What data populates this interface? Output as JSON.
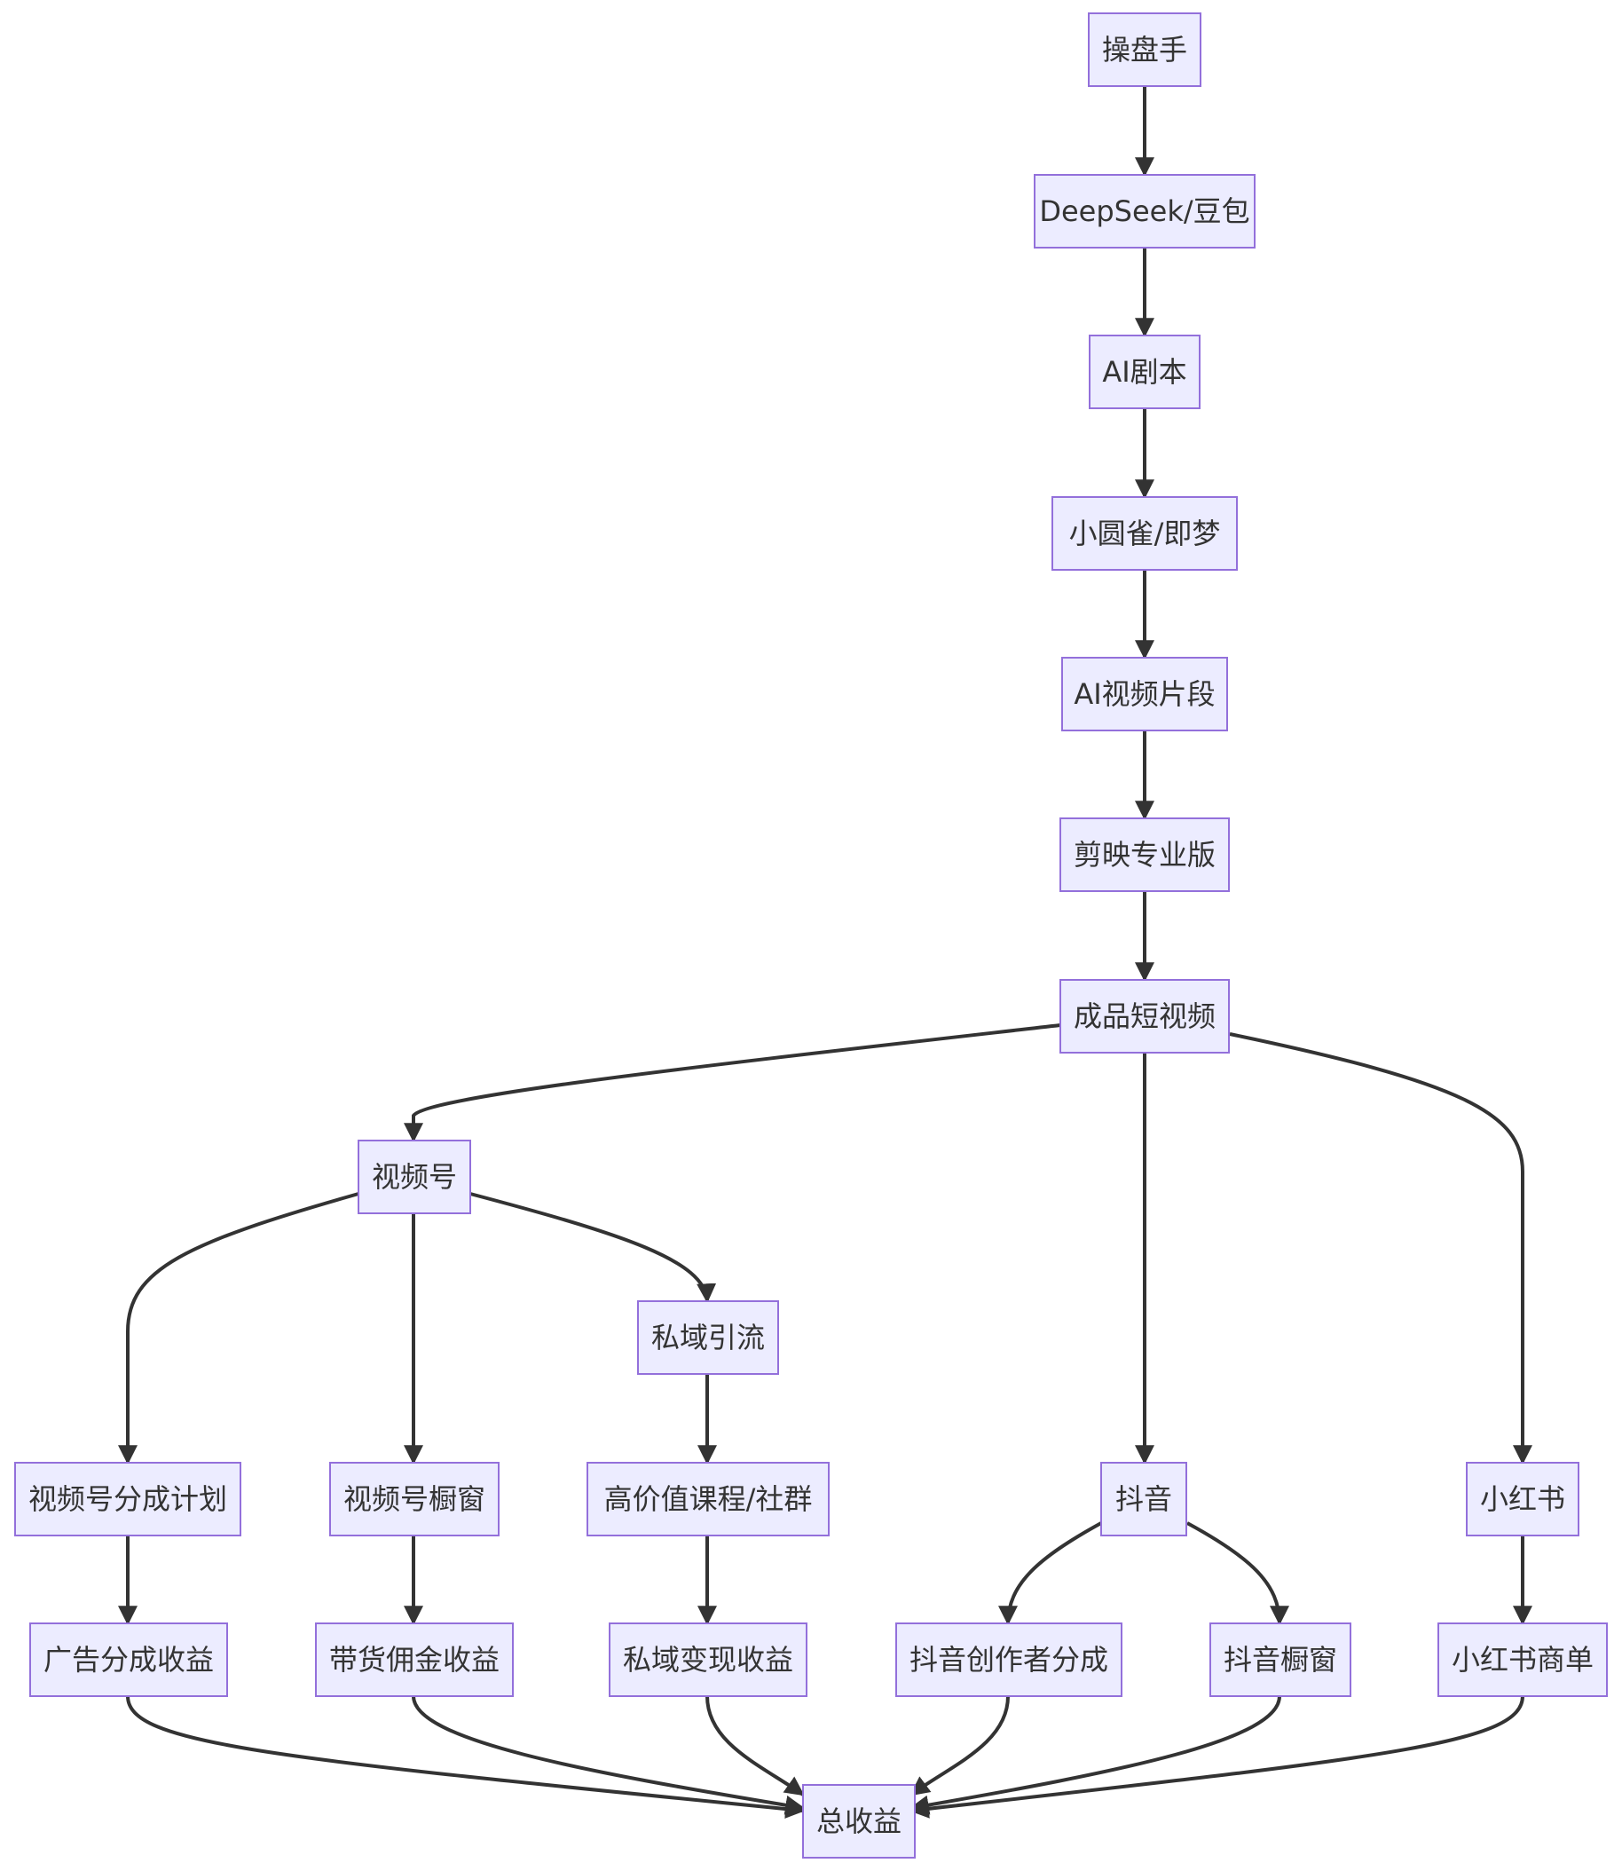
{
  "colors": {
    "node_fill": "#ececff",
    "node_stroke": "#9370db",
    "edge": "#333333",
    "text": "#333333",
    "background": "#ffffff"
  },
  "nodes": {
    "operator": "操盘手",
    "ai_model": "DeepSeek/豆包",
    "ai_script": "AI剧本",
    "video_gen": "小圆雀/即梦",
    "ai_clip": "AI视频片段",
    "editor": "剪映专业版",
    "final_video": "成品短视频",
    "channels": "视频号",
    "private_traffic": "私域引流",
    "channels_share": "视频号分成计划",
    "channels_shop": "视频号橱窗",
    "course": "高价值课程/社群",
    "douyin": "抖音",
    "xhs": "小红书",
    "ad_income": "广告分成收益",
    "commission_income": "带货佣金收益",
    "private_income": "私域变现收益",
    "douyin_creator": "抖音创作者分成",
    "douyin_shop": "抖音橱窗",
    "xhs_deal": "小红书商单",
    "total": "总收益"
  }
}
